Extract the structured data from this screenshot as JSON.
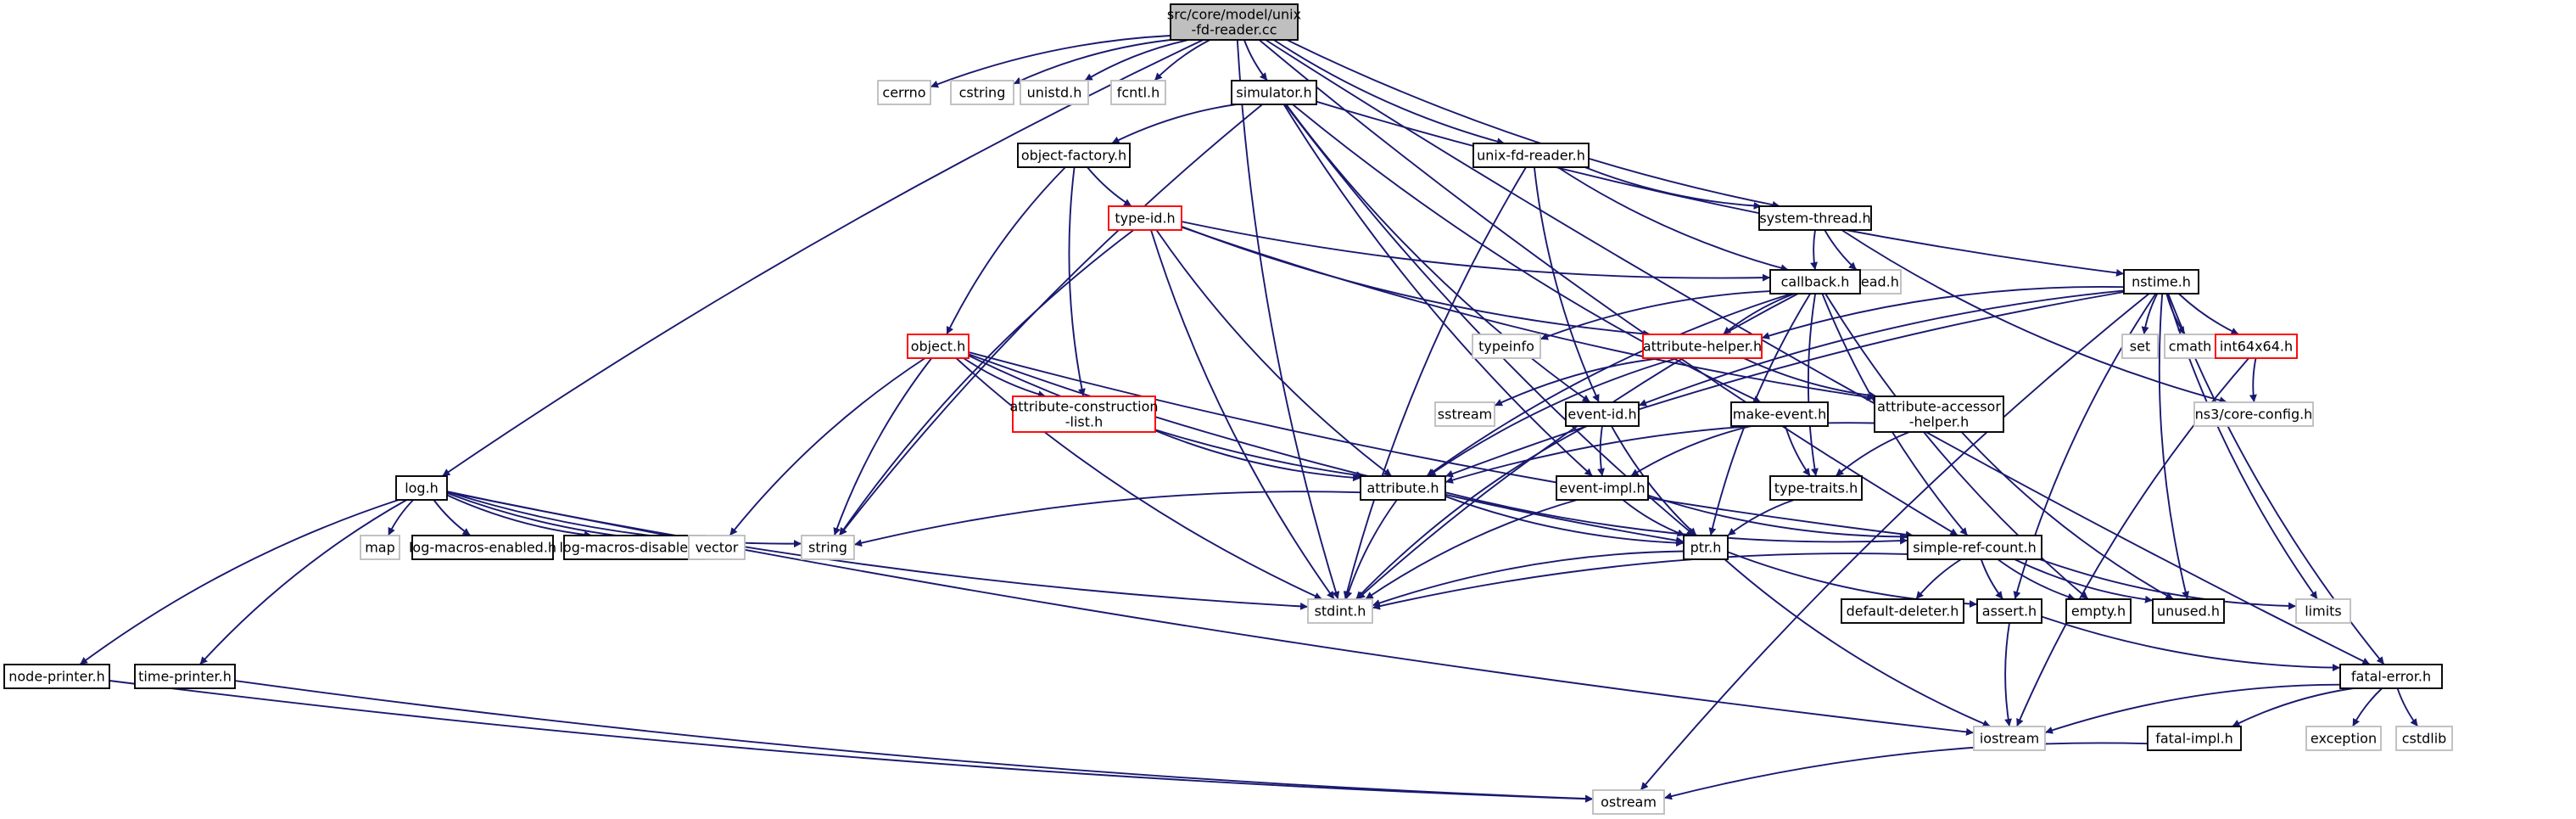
{
  "colors": {
    "edge": "#191970",
    "root_fill": "#bfbfbf",
    "node_border": "#000000",
    "external_border": "#bfbfbf",
    "incomplete_border": "#ff0000",
    "background": "#ffffff"
  },
  "nodes": {
    "root": [
      "src/core/model/unix",
      "-fd-reader.cc"
    ],
    "cerrno": [
      "cerrno"
    ],
    "cstring": [
      "cstring"
    ],
    "unistd": [
      "unistd.h"
    ],
    "fcntl": [
      "fcntl.h"
    ],
    "simulator": [
      "simulator.h"
    ],
    "unix_fd_reader": [
      "unix-fd-reader.h"
    ],
    "object_factory": [
      "object-factory.h"
    ],
    "system_thread": [
      "system-thread.h"
    ],
    "type_id": [
      "type-id.h"
    ],
    "pthread": [
      "pthread.h"
    ],
    "callback": [
      "callback.h"
    ],
    "nstime": [
      "nstime.h"
    ],
    "typeinfo": [
      "typeinfo"
    ],
    "set": [
      "set"
    ],
    "cmath": [
      "cmath"
    ],
    "int64x64": [
      "int64x64.h"
    ],
    "object": [
      "object.h"
    ],
    "attribute_helper": [
      "attribute-helper.h"
    ],
    "attribute_construction_list": [
      "attribute-construction",
      "-list.h"
    ],
    "sstream": [
      "sstream"
    ],
    "event_id": [
      "event-id.h"
    ],
    "make_event": [
      "make-event.h"
    ],
    "attribute_accessor_helper": [
      "attribute-accessor",
      "-helper.h"
    ],
    "core_config": [
      "ns3/core-config.h"
    ],
    "log": [
      "log.h"
    ],
    "attribute": [
      "attribute.h"
    ],
    "event_impl": [
      "event-impl.h"
    ],
    "type_traits": [
      "type-traits.h"
    ],
    "map": [
      "map"
    ],
    "log_macros_enabled": [
      "log-macros-enabled.h"
    ],
    "log_macros_disabled": [
      "log-macros-disabled.h"
    ],
    "vector": [
      "vector"
    ],
    "string": [
      "string"
    ],
    "simple_ref_count": [
      "simple-ref-count.h"
    ],
    "ptr": [
      "ptr.h"
    ],
    "limits": [
      "limits"
    ],
    "stdint": [
      "stdint.h"
    ],
    "default_deleter": [
      "default-deleter.h"
    ],
    "assert": [
      "assert.h"
    ],
    "empty": [
      "empty.h"
    ],
    "unused": [
      "unused.h"
    ],
    "node_printer": [
      "node-printer.h"
    ],
    "time_printer": [
      "time-printer.h"
    ],
    "fatal_error": [
      "fatal-error.h"
    ],
    "iostream": [
      "iostream"
    ],
    "exception": [
      "exception"
    ],
    "cstdlib": [
      "cstdlib"
    ],
    "fatal_impl": [
      "fatal-impl.h"
    ],
    "ostream": [
      "ostream"
    ]
  },
  "edges": [
    [
      "root",
      "cerrno"
    ],
    [
      "root",
      "cstring"
    ],
    [
      "root",
      "unistd"
    ],
    [
      "root",
      "fcntl"
    ],
    [
      "root",
      "simulator"
    ],
    [
      "root",
      "unix_fd_reader"
    ],
    [
      "root",
      "system_thread"
    ],
    [
      "root",
      "log"
    ],
    [
      "root",
      "stdint"
    ],
    [
      "root",
      "simple_ref_count"
    ],
    [
      "root",
      "fatal_error"
    ],
    [
      "simulator",
      "object_factory"
    ],
    [
      "simulator",
      "nstime"
    ],
    [
      "simulator",
      "event_id"
    ],
    [
      "simulator",
      "make_event"
    ],
    [
      "simulator",
      "event_impl"
    ],
    [
      "simulator",
      "string"
    ],
    [
      "simulator",
      "ptr"
    ],
    [
      "unix_fd_reader",
      "system_thread"
    ],
    [
      "unix_fd_reader",
      "callback"
    ],
    [
      "unix_fd_reader",
      "event_id"
    ],
    [
      "unix_fd_reader",
      "stdint"
    ],
    [
      "object_factory",
      "type_id"
    ],
    [
      "object_factory",
      "object"
    ],
    [
      "object_factory",
      "attribute_construction_list"
    ],
    [
      "system_thread",
      "pthread"
    ],
    [
      "system_thread",
      "callback"
    ],
    [
      "system_thread",
      "core_config"
    ],
    [
      "type_id",
      "callback"
    ],
    [
      "type_id",
      "attribute_helper"
    ],
    [
      "type_id",
      "attribute_accessor_helper"
    ],
    [
      "type_id",
      "attribute"
    ],
    [
      "type_id",
      "string"
    ],
    [
      "type_id",
      "stdint"
    ],
    [
      "callback",
      "attribute_helper"
    ],
    [
      "callback",
      "typeinfo"
    ],
    [
      "callback",
      "attribute"
    ],
    [
      "callback",
      "ptr"
    ],
    [
      "callback",
      "simple_ref_count"
    ],
    [
      "callback",
      "type_traits"
    ],
    [
      "callback",
      "stdint"
    ],
    [
      "callback",
      "empty"
    ],
    [
      "nstime",
      "set"
    ],
    [
      "nstime",
      "cmath"
    ],
    [
      "nstime",
      "int64x64"
    ],
    [
      "nstime",
      "attribute_helper"
    ],
    [
      "nstime",
      "attribute"
    ],
    [
      "nstime",
      "event_id"
    ],
    [
      "nstime",
      "assert"
    ],
    [
      "nstime",
      "limits"
    ],
    [
      "nstime",
      "ostream"
    ],
    [
      "nstime",
      "unused"
    ],
    [
      "nstime",
      "fatal_error"
    ],
    [
      "int64x64",
      "core_config"
    ],
    [
      "int64x64",
      "iostream"
    ],
    [
      "object",
      "attribute_construction_list"
    ],
    [
      "object",
      "attribute"
    ],
    [
      "object",
      "ptr"
    ],
    [
      "object",
      "simple_ref_count"
    ],
    [
      "object",
      "vector"
    ],
    [
      "object",
      "string"
    ],
    [
      "object",
      "stdint"
    ],
    [
      "attribute_helper",
      "sstream"
    ],
    [
      "attribute_helper",
      "attribute_accessor_helper"
    ],
    [
      "attribute_helper",
      "attribute"
    ],
    [
      "attribute_construction_list",
      "attribute"
    ],
    [
      "event_id",
      "event_impl"
    ],
    [
      "event_id",
      "ptr"
    ],
    [
      "event_id",
      "stdint"
    ],
    [
      "make_event",
      "event_impl"
    ],
    [
      "make_event",
      "type_traits"
    ],
    [
      "attribute_accessor_helper",
      "attribute"
    ],
    [
      "attribute_accessor_helper",
      "type_traits"
    ],
    [
      "attribute_accessor_helper",
      "unused"
    ],
    [
      "log",
      "map"
    ],
    [
      "log",
      "log_macros_enabled"
    ],
    [
      "log",
      "log_macros_disabled"
    ],
    [
      "log",
      "vector"
    ],
    [
      "log",
      "string"
    ],
    [
      "log",
      "stdint"
    ],
    [
      "log",
      "node_printer"
    ],
    [
      "log",
      "time_printer"
    ],
    [
      "log",
      "iostream"
    ],
    [
      "attribute",
      "string"
    ],
    [
      "attribute",
      "ptr"
    ],
    [
      "attribute",
      "simple_ref_count"
    ],
    [
      "attribute",
      "stdint"
    ],
    [
      "event_impl",
      "ptr"
    ],
    [
      "event_impl",
      "simple_ref_count"
    ],
    [
      "event_impl",
      "stdint"
    ],
    [
      "type_traits",
      "ptr"
    ],
    [
      "simple_ref_count",
      "default_deleter"
    ],
    [
      "simple_ref_count",
      "assert"
    ],
    [
      "simple_ref_count",
      "empty"
    ],
    [
      "simple_ref_count",
      "unused"
    ],
    [
      "simple_ref_count",
      "limits"
    ],
    [
      "simple_ref_count",
      "stdint"
    ],
    [
      "ptr",
      "assert"
    ],
    [
      "ptr",
      "stdint"
    ],
    [
      "ptr",
      "iostream"
    ],
    [
      "assert",
      "fatal_error"
    ],
    [
      "assert",
      "iostream"
    ],
    [
      "node_printer",
      "ostream"
    ],
    [
      "time_printer",
      "ostream"
    ],
    [
      "fatal_error",
      "iostream"
    ],
    [
      "fatal_error",
      "exception"
    ],
    [
      "fatal_error",
      "cstdlib"
    ],
    [
      "fatal_error",
      "fatal_impl"
    ],
    [
      "fatal_impl",
      "ostream"
    ]
  ]
}
